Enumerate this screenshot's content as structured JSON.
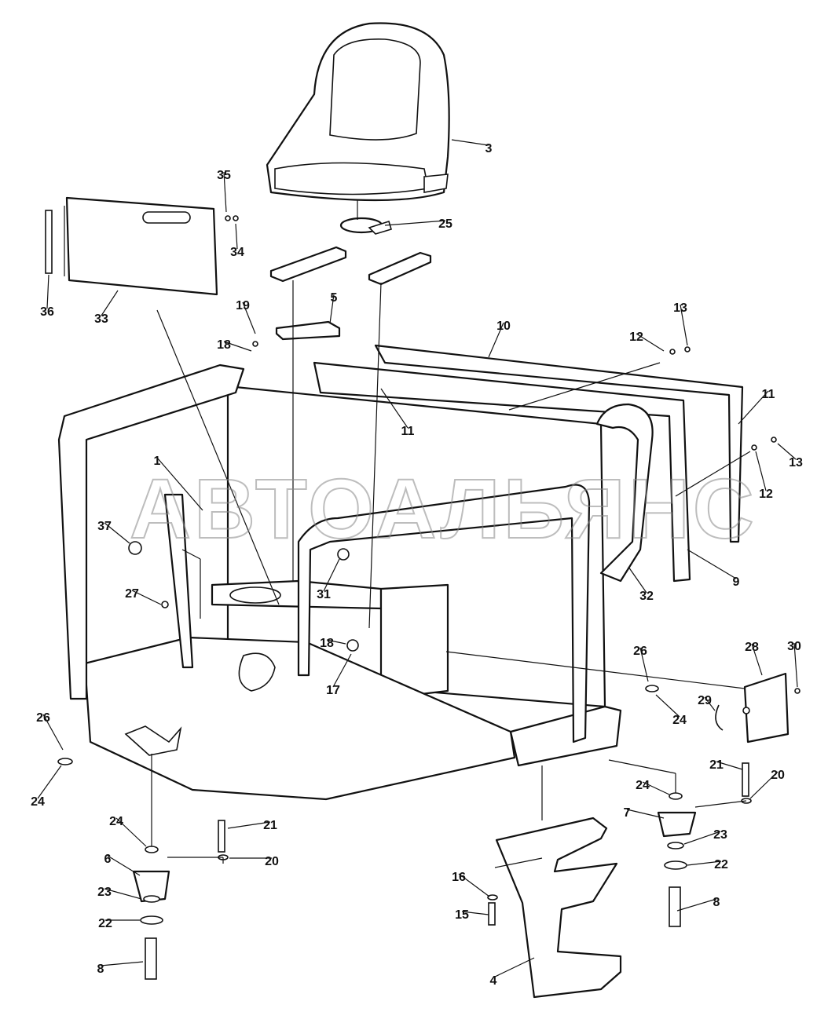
{
  "watermark": "АВТОАЛЬЯНС",
  "callouts": [
    "1",
    "3",
    "4",
    "5",
    "6",
    "7",
    "8",
    "8",
    "9",
    "10",
    "11",
    "11",
    "12",
    "12",
    "13",
    "13",
    "15",
    "16",
    "17",
    "18",
    "18",
    "19",
    "20",
    "20",
    "21",
    "21",
    "22",
    "22",
    "23",
    "23",
    "24",
    "24",
    "24",
    "24",
    "25",
    "26",
    "26",
    "27",
    "28",
    "29",
    "30",
    "31",
    "32",
    "33",
    "34",
    "35",
    "36",
    "37"
  ]
}
